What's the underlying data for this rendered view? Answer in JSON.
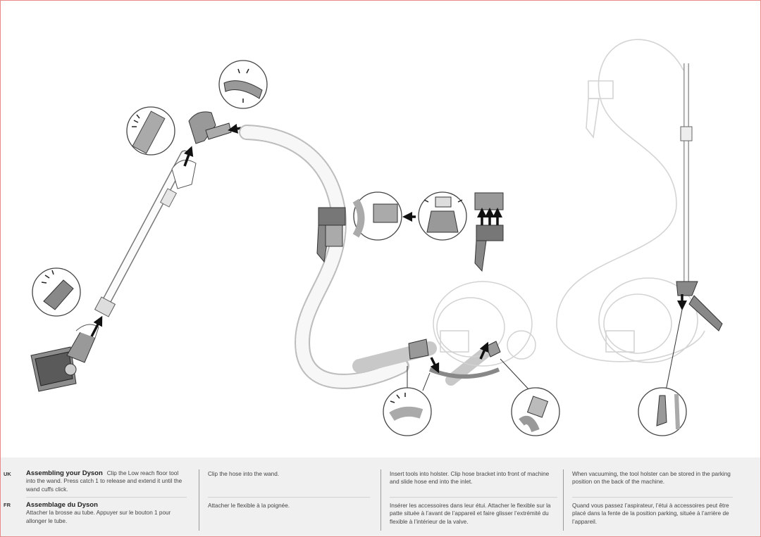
{
  "footer": {
    "uk": {
      "lang": "UK",
      "title": "Assembling your Dyson",
      "step1": "Clip the Low reach floor tool into the wand. Press catch 1 to release and extend it until the wand cuffs click.",
      "step2": "Clip the hose into the wand.",
      "step3": "Insert tools into holster. Clip hose bracket into front of machine and slide hose end into the inlet.",
      "step4": "When vacuuming, the tool holster can be stored in the parking position on the back of the machine."
    },
    "fr": {
      "lang": "FR",
      "title": "Assemblage du Dyson",
      "step1": "Attacher la brosse au tube. Appuyer sur le bouton 1 pour allonger le tube.",
      "step2": "Attacher le flexible à la poignée.",
      "step3": "Insérer les accessoires dans leur étui. Attacher le flexible sur la patte située à l’avant de l’appareil et faire glisser l’extrémité du flexible à l’intérieur de la valve.",
      "step4": "Quand vous passez l’aspirateur, l’étui à accessoires peut être placé dans la fente de la position parking, située à l’arrière de l’appareil."
    }
  },
  "colors": {
    "line": "#555555",
    "fill_light": "#dddddd",
    "fill_dark": "#7a7a7a",
    "footer_bg": "#f0f0f0",
    "frame": "#e88a8a"
  },
  "icons": [
    "click-burst-icon",
    "arrow-up-icon",
    "arrow-left-icon",
    "arrow-down-icon"
  ]
}
